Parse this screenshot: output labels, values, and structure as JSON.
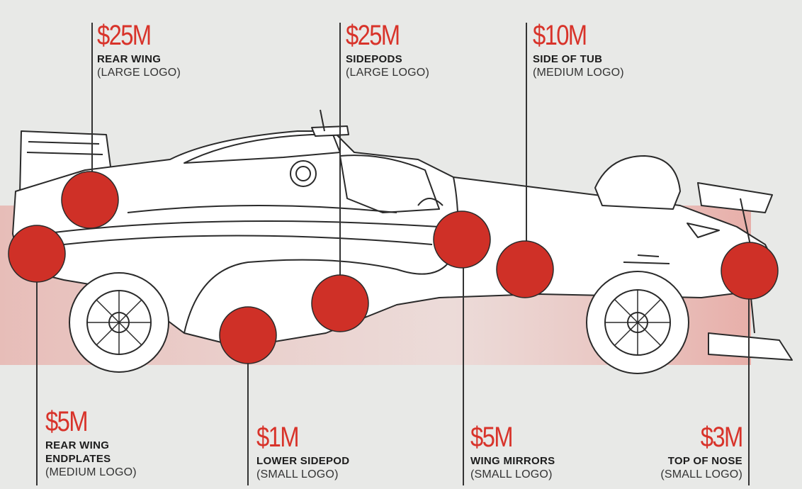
{
  "callouts": [
    {
      "id": "rear-wing",
      "price": "$25M",
      "title": "REAR WING",
      "sub": "(LARGE LOGO)"
    },
    {
      "id": "sidepods",
      "price": "$25M",
      "title": "SIDEPODS",
      "sub": "(LARGE LOGO)"
    },
    {
      "id": "side-of-tub",
      "price": "$10M",
      "title": "SIDE OF TUB",
      "sub": "(MEDIUM LOGO)"
    },
    {
      "id": "rear-wing-endplates",
      "price": "$5M",
      "title": "REAR WING",
      "title2": "ENDPLATES",
      "sub": "(MEDIUM LOGO)"
    },
    {
      "id": "lower-sidepod",
      "price": "$1M",
      "title": "LOWER SIDEPOD",
      "sub": "(SMALL LOGO)"
    },
    {
      "id": "wing-mirrors",
      "price": "$5M",
      "title": "WING MIRRORS",
      "sub": "(SMALL LOGO)"
    },
    {
      "id": "top-of-nose",
      "price": "$3M",
      "title": "TOP OF NOSE",
      "sub": "(SMALL LOGO)"
    }
  ],
  "colors": {
    "accent": "#d8332a",
    "car_outline": "#2a2a2a",
    "background": "#e8e9e7",
    "road_band": "#e7b7b2"
  }
}
